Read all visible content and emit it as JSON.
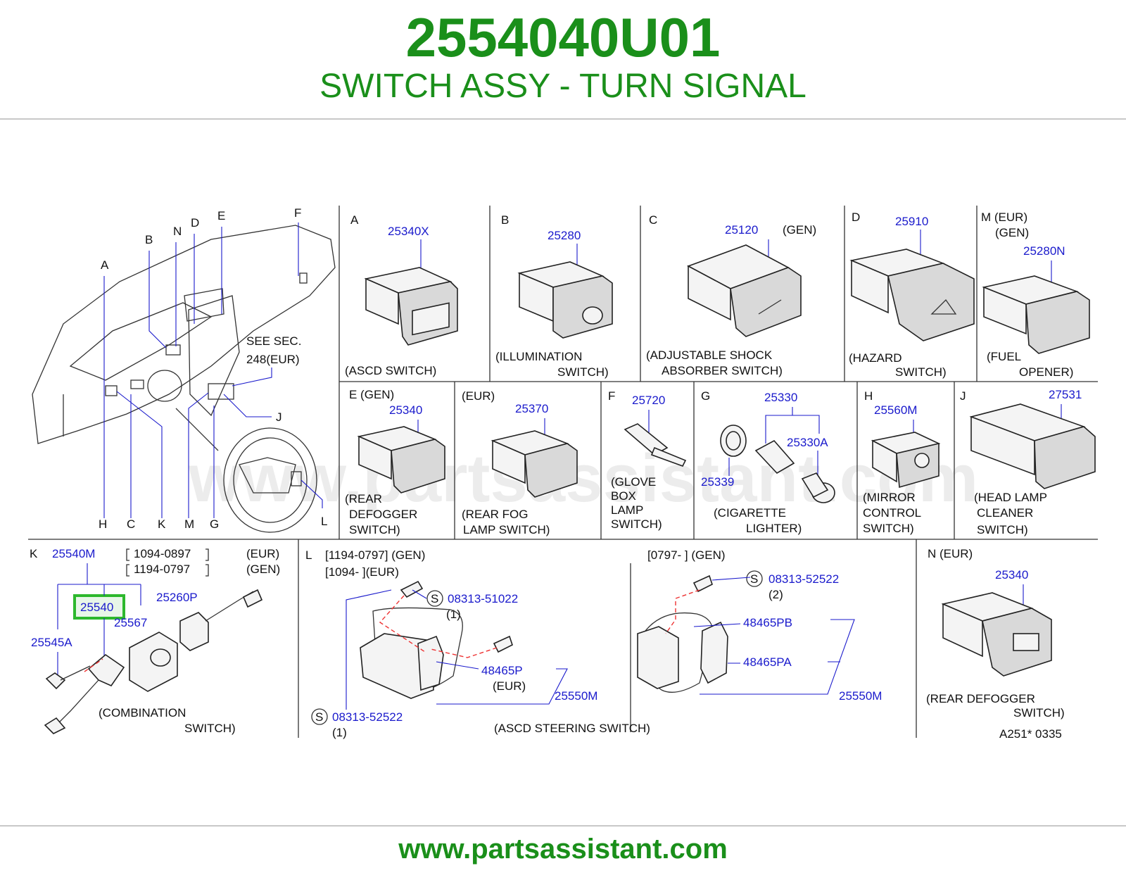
{
  "header": {
    "part_number": "2554040U01",
    "title": "SWITCH ASSY - TURN SIGNAL"
  },
  "footer": {
    "url": "www.partsassistant.com"
  },
  "watermark": "www.partsassistant.com",
  "colors": {
    "brand_green": "#1a8f1a",
    "part_blue": "#1a1acc",
    "highlight": "#2db82d"
  },
  "overview": {
    "letters": {
      "A": "A",
      "B": "B",
      "N": "N",
      "D": "D",
      "E": "E",
      "F": "F",
      "H": "H",
      "C": "C",
      "K": "K",
      "M": "M",
      "G": "G",
      "L": "L",
      "J": "J"
    },
    "see_sec_1": "SEE  SEC.",
    "see_sec_2": "248(EUR)"
  },
  "panels": {
    "A": {
      "letter": "A",
      "part": "25340X",
      "cap1": "(ASCD  SWITCH)"
    },
    "B": {
      "letter": "B",
      "part": "25280",
      "cap1": "(ILLUMINATION",
      "cap2": "SWITCH)"
    },
    "C": {
      "letter": "C",
      "part": "25120",
      "note": "(GEN)",
      "cap1": "(ADJUSTABLE  SHOCK",
      "cap2": "ABSORBER  SWITCH)"
    },
    "D": {
      "letter": "D",
      "part": "25910",
      "cap1": "(HAZARD",
      "cap2": "SWITCH)"
    },
    "M": {
      "letter": "M (EUR)",
      "note": "(GEN)",
      "part": "25280N",
      "cap1": "(FUEL",
      "cap2": "OPENER)"
    },
    "E": {
      "letter": "E (GEN)",
      "part": "25340",
      "cap1": "(REAR",
      "cap2": "DEFOGGER",
      "cap3": "SWITCH)"
    },
    "EUR": {
      "letter": "(EUR)",
      "part": "25370",
      "cap1": "(REAR  FOG",
      "cap2": "LAMP  SWITCH)"
    },
    "F": {
      "letter": "F",
      "part": "25720",
      "cap1": "(GLOVE",
      "cap2": "BOX",
      "cap3": "LAMP",
      "cap4": "SWITCH)"
    },
    "G": {
      "letter": "G",
      "part1": "25330",
      "part2": "25330A",
      "part3": "25339",
      "cap1": "(CIGARETTE",
      "cap2": "LIGHTER)"
    },
    "H": {
      "letter": "H",
      "part": "25560M",
      "cap1": "(MIRROR",
      "cap2": "CONTROL",
      "cap3": "SWITCH)"
    },
    "J": {
      "letter": "J",
      "part": "27531",
      "cap1": "(HEAD  LAMP",
      "cap2": "CLEANER",
      "cap3": "SWITCH)"
    },
    "K": {
      "letter": "K",
      "p1": "25540M",
      "d1": "1094-0897",
      "d2": "1194-0797",
      "m1": "(EUR)",
      "m2": "(GEN)",
      "p2": "25540",
      "p3": "25260P",
      "p4": "25567",
      "p5": "25545A",
      "cap1": "(COMBINATION",
      "cap2": "SWITCH)"
    },
    "L": {
      "letter": "L",
      "d1": "[1194-0797]  (GEN)",
      "d2": "[1094-                      ](EUR)",
      "d3": "[0797-                         ]  (GEN)",
      "s": "S",
      "p1": "08313-51022",
      "q1": "(1)",
      "p2": "48465P",
      "m2": "(EUR)",
      "p3": "25550M",
      "p4": "08313-52522",
      "q4": "(1)",
      "p5": "08313-52522",
      "q5": "(2)",
      "p6": "48465PB",
      "p7": "48465PA",
      "p8": "25550M",
      "cap": "(ASCD  STEERING  SWITCH)"
    },
    "N": {
      "letter": "N (EUR)",
      "part": "25340",
      "cap1": "(REAR    DEFOGGER",
      "cap2": "SWITCH)",
      "code": "A251*   0335"
    }
  }
}
